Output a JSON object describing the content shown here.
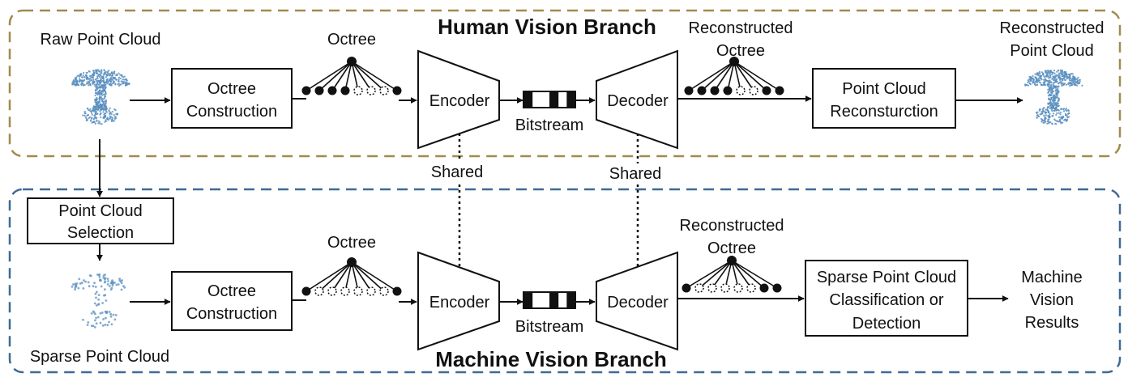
{
  "colors": {
    "human_branch": "#a08b4d",
    "machine_branch": "#3f6a94",
    "human_title": "#7d6a30",
    "machine_title": "#2f4f72",
    "point_cloud": "#5a8fc0"
  },
  "human": {
    "title": "Human Vision Branch",
    "raw_point_cloud": "Raw Point Cloud",
    "octree_construction": [
      "Octree",
      "Construction"
    ],
    "octree": "Octree",
    "encoder": "Encoder",
    "bitstream": "Bitstream",
    "decoder": "Decoder",
    "reconstructed_octree": [
      "Reconstructed",
      "Octree"
    ],
    "point_cloud_reconstruction": [
      "Point Cloud",
      "Reconsturction"
    ],
    "reconstructed_point_cloud": [
      "Reconstructed",
      "Point Cloud"
    ]
  },
  "shared": {
    "left": "Shared",
    "right": "Shared"
  },
  "machine": {
    "title": "Machine Vision Branch",
    "point_cloud_selection": [
      "Point Cloud",
      "Selection"
    ],
    "sparse_point_cloud": "Sparse Point Cloud",
    "octree_construction": [
      "Octree",
      "Construction"
    ],
    "octree": "Octree",
    "encoder": "Encoder",
    "bitstream": "Bitstream",
    "decoder": "Decoder",
    "reconstructed_octree": [
      "Reconstructed",
      "Octree"
    ],
    "task_box": [
      "Sparse Point Cloud",
      "Classification or",
      "Detection"
    ],
    "results": [
      "Machine",
      "Vision",
      "Results"
    ]
  }
}
